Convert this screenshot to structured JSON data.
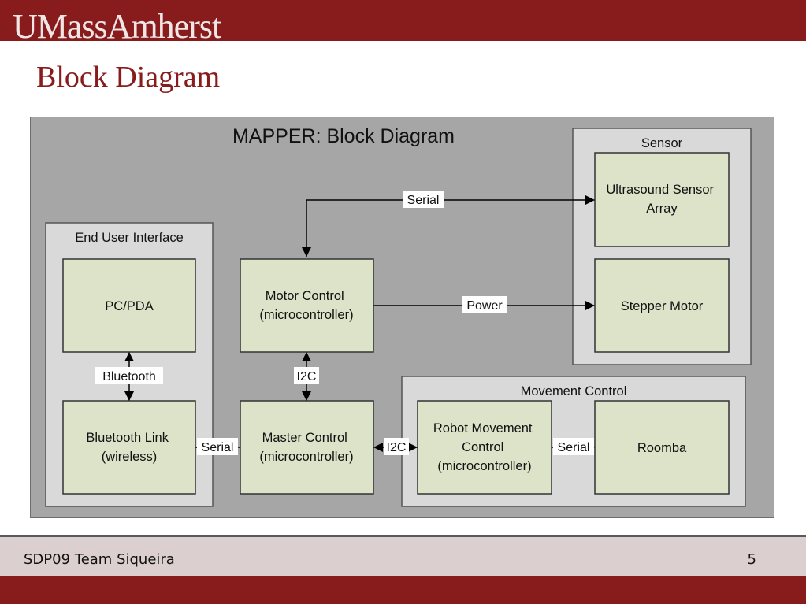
{
  "header": {
    "logo_text": "UMassAmherst",
    "title": "Block Diagram"
  },
  "diagram": {
    "title": "MAPPER: Block Diagram",
    "groups": {
      "end_user": "End User Interface",
      "sensor": "Sensor",
      "movement": "Movement Control"
    },
    "blocks": {
      "pc_pda": [
        "PC/PDA"
      ],
      "bt_link": [
        "Bluetooth Link",
        "(wireless)"
      ],
      "motor_control": [
        "Motor Control",
        "(microcontroller)"
      ],
      "master_control": [
        "Master Control",
        "(microcontroller)"
      ],
      "ultrasound": [
        "Ultrasound Sensor",
        "Array"
      ],
      "stepper": [
        "Stepper Motor"
      ],
      "robot_movement": [
        "Robot Movement",
        "Control",
        "(microcontroller)"
      ],
      "roomba": [
        "Roomba"
      ]
    },
    "links": {
      "serial_top": "Serial",
      "power": "Power",
      "bluetooth": "Bluetooth",
      "i2c_vertical": "I2C",
      "serial_left": "Serial",
      "i2c_right": "I2C",
      "serial_right": "Serial"
    },
    "colors": {
      "background": "#a6a6a6",
      "group_fill": "#d9d9d9",
      "block_fill": "#dde3c8",
      "line": "#000000"
    }
  },
  "footer": {
    "text": "SDP09 Team Siqueira",
    "page_number": "5"
  },
  "theme": {
    "accent": "#881c1c"
  }
}
